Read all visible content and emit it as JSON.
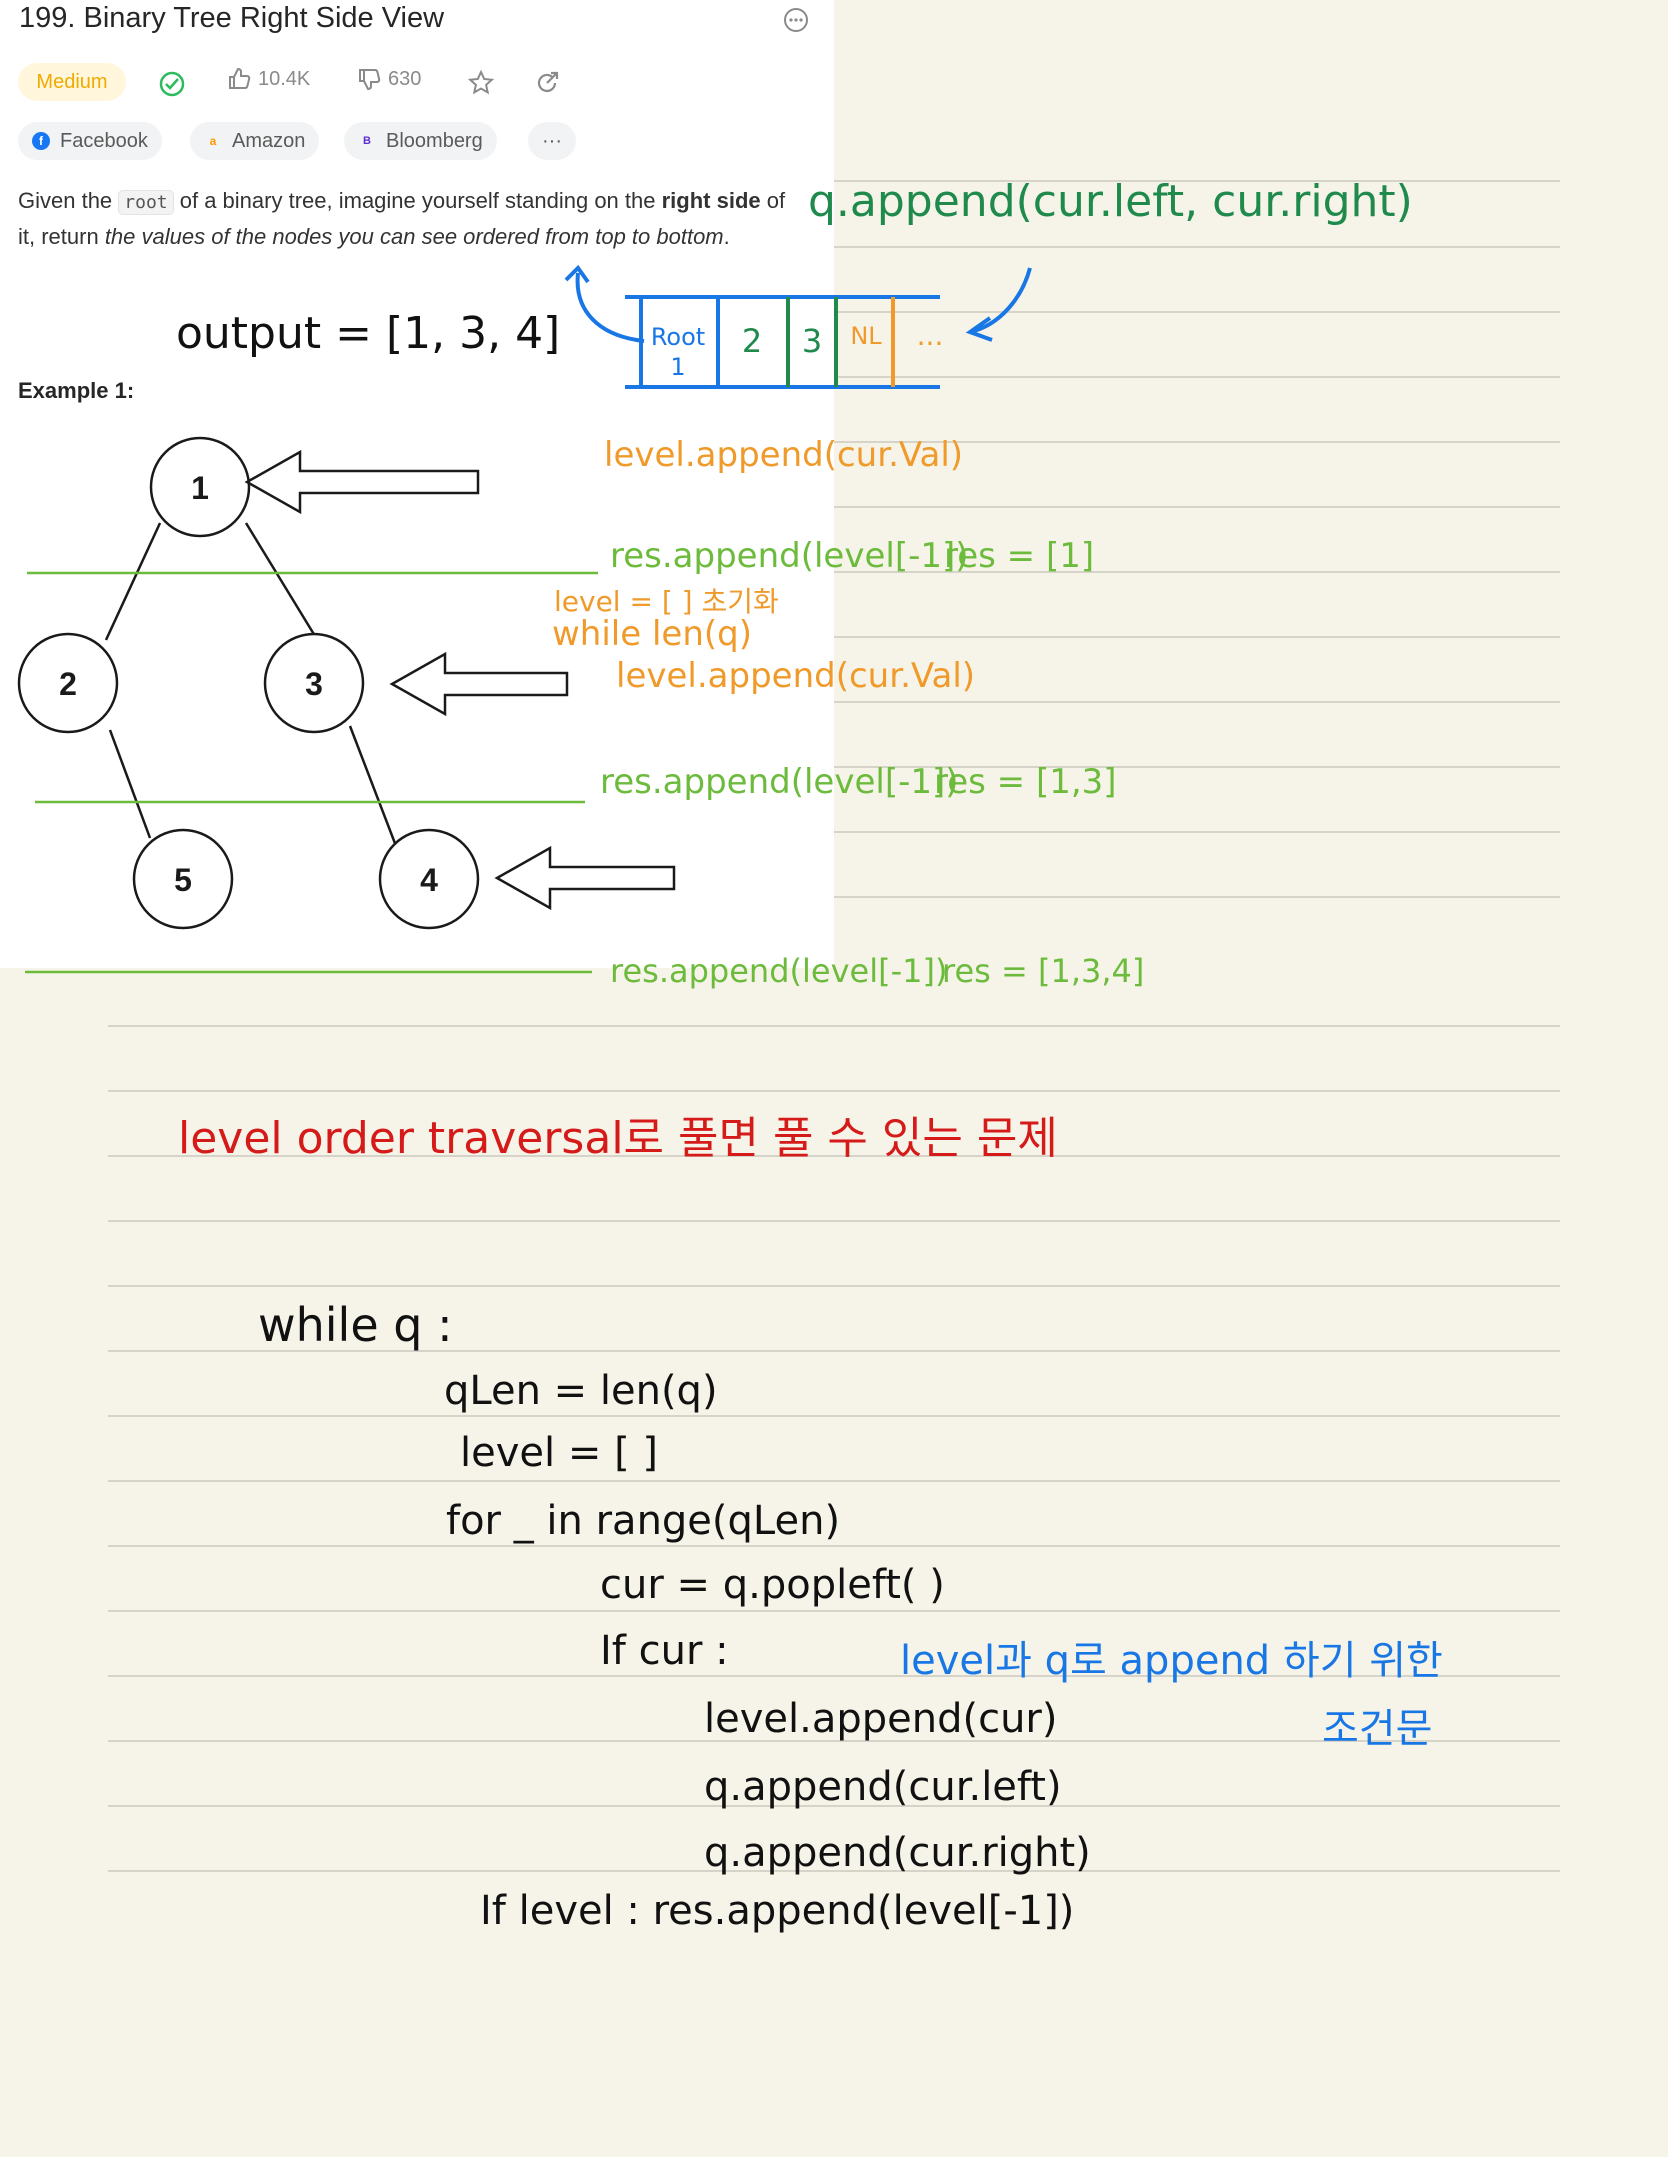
{
  "problem": {
    "title": "199. Binary Tree Right Side View",
    "difficulty": "Medium",
    "likes": "10.4K",
    "dislikes": "630",
    "companies": [
      "Facebook",
      "Amazon",
      "Bloomberg"
    ],
    "more_label": "···",
    "desc_1": "Given the ",
    "desc_code": "root",
    "desc_2": " of a binary tree, imagine yourself standing on the ",
    "desc_bold_1": "right",
    "desc_bold_2": "side",
    "desc_3": " of it, return ",
    "desc_italic": "the values of the nodes you can see ordered from top to bottom",
    "desc_4": ".",
    "example_label": "Example 1:",
    "tree_nodes": [
      "1",
      "2",
      "3",
      "5",
      "4"
    ]
  },
  "colors": {
    "green": "#1f8a4c",
    "blue": "#1977e5",
    "orange": "#ef9a2a",
    "lime": "#6cbb3c",
    "red": "#d51a1a",
    "ink": "#111111"
  },
  "notes": {
    "output": "output = [1, 3, 4]",
    "q_append": "q.append(cur.left, cur.right)",
    "queue": [
      "Root",
      "1",
      "2",
      "3",
      "NL",
      "..."
    ],
    "level_append_1": "level.append(cur.Val)",
    "res_append_1": "res.append(level[-1])",
    "res_1": "res = [1]",
    "level_reset": "level = [ ] 초기화",
    "while_len": "while len(q)",
    "level_append_2": "level.append(cur.Val)",
    "res_append_2": "res.append(level[-1])",
    "res_2": "res = [1,3]",
    "res_append_3": "res.append(level[-1])",
    "res_3": "res = [1,3,4]",
    "headline": "level order traversal로 풀면 풀 수 있는 문제",
    "code": [
      "while q :",
      "qLen = len(q)",
      "level = [ ]",
      "for _ in range(qLen)",
      "cur = q.popleft( )",
      "If cur :",
      "level.append(cur)",
      "q.append(cur.left)",
      "q.append(cur.right)",
      "If level :  res.append(level[-1])"
    ],
    "arrow_note": "level과 q로 append 하기 위한",
    "arrow_note_2": "조건문"
  }
}
